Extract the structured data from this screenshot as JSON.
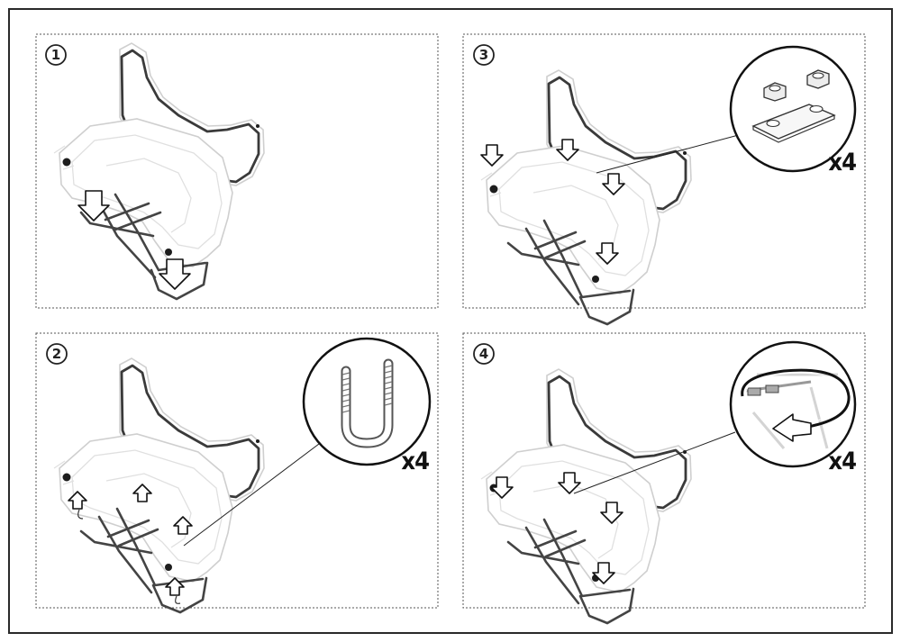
{
  "steps": [
    {
      "number": "1"
    },
    {
      "number": "3",
      "quantity": "x4",
      "detail_icon": "nut-and-plate-icon"
    },
    {
      "number": "2",
      "quantity": "x4",
      "detail_icon": "u-bolt-icon"
    },
    {
      "number": "4",
      "quantity": "x4",
      "detail_icon": "rotate-tighten-icon"
    }
  ]
}
